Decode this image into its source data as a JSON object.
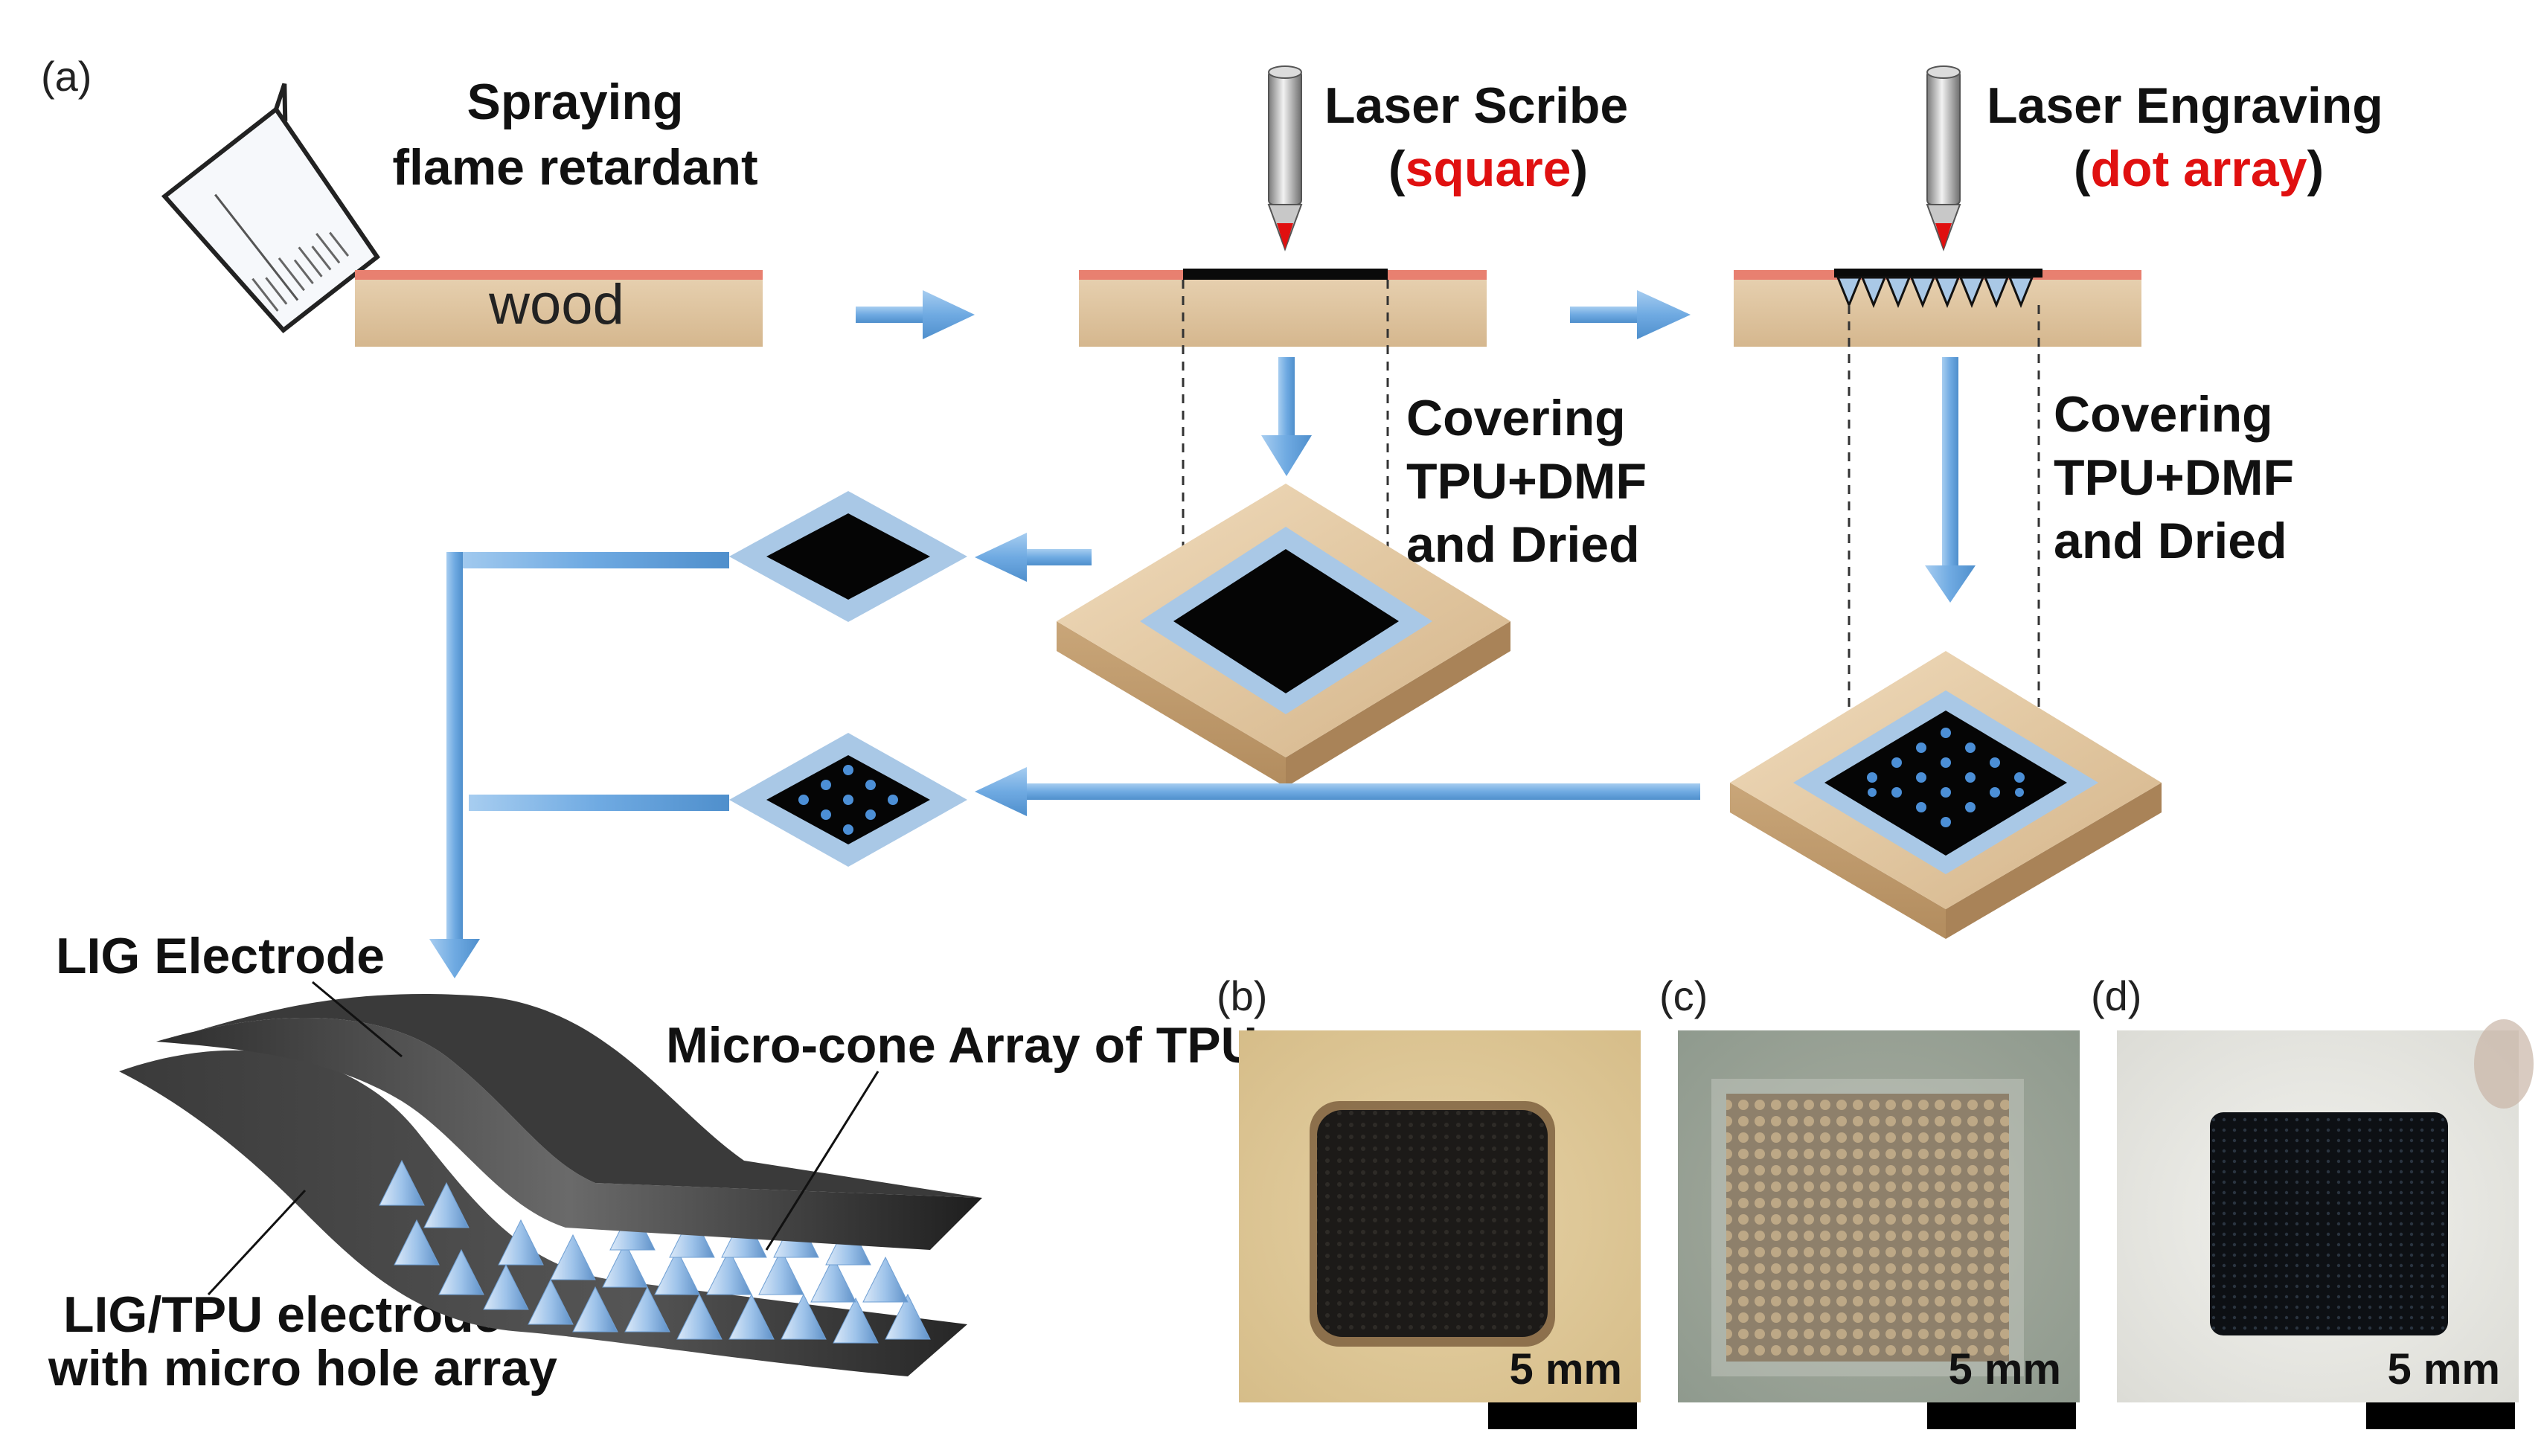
{
  "panels": {
    "a": "(a)",
    "b": "(b)",
    "c": "(c)",
    "d": "(d)"
  },
  "steps": {
    "spray": {
      "line1": "Spraying",
      "line2": "flame retardant",
      "substrate": "wood"
    },
    "scribe": {
      "title": "Laser Scribe",
      "open": "(",
      "highlight": "square",
      "close": ")"
    },
    "engrave": {
      "title": "Laser Engraving",
      "open": "(",
      "highlight": "dot array",
      "close": ")"
    },
    "cover_left": {
      "line1": "Covering",
      "line2": "TPU+DMF",
      "line3": "and Dried"
    },
    "cover_right": {
      "line1": "Covering",
      "line2": "TPU+DMF",
      "line3": "and Dried"
    }
  },
  "device": {
    "top_label": "LIG Electrode",
    "mid_label": "Micro-cone Array of TPU",
    "bottom_line1": "LIG/TPU electrode",
    "bottom_line2": "with micro hole array"
  },
  "photos": {
    "b": {
      "scale": "5 mm"
    },
    "c": {
      "scale": "5 mm"
    },
    "d": {
      "scale": "5 mm"
    }
  },
  "colors": {
    "wood": "#dcc09a",
    "coating": "#e88070",
    "arrow": "#7ab3e6",
    "laser_tip": "#e01010",
    "tpu_frame": "#a9c8e6",
    "lig": "#000000",
    "dot": "#4c8fd6"
  }
}
